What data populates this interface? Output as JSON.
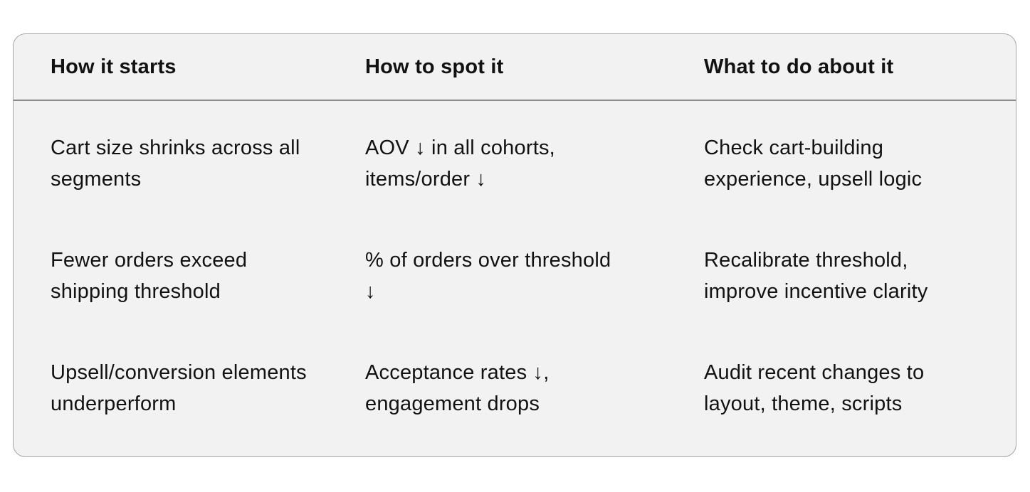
{
  "table": {
    "headers": [
      "How it starts",
      "How to spot it",
      "What to do about it"
    ],
    "rows": [
      [
        "Cart size shrinks across all segments",
        "AOV ↓ in all cohorts, items/order ↓",
        "Check cart-building experience, upsell logic"
      ],
      [
        "Fewer orders exceed shipping threshold",
        "% of orders over threshold ↓",
        "Recalibrate threshold, improve incentive clarity"
      ],
      [
        "Upsell/conversion elements underperform",
        "Acceptance rates ↓, engagement drops",
        "Audit recent changes to layout, theme, scripts"
      ]
    ]
  },
  "colors": {
    "page_background": "#ffffff",
    "card_background": "#f2f2f2",
    "card_border": "#a6a6a6",
    "divider": "#8c8c8c",
    "text": "#121212"
  }
}
